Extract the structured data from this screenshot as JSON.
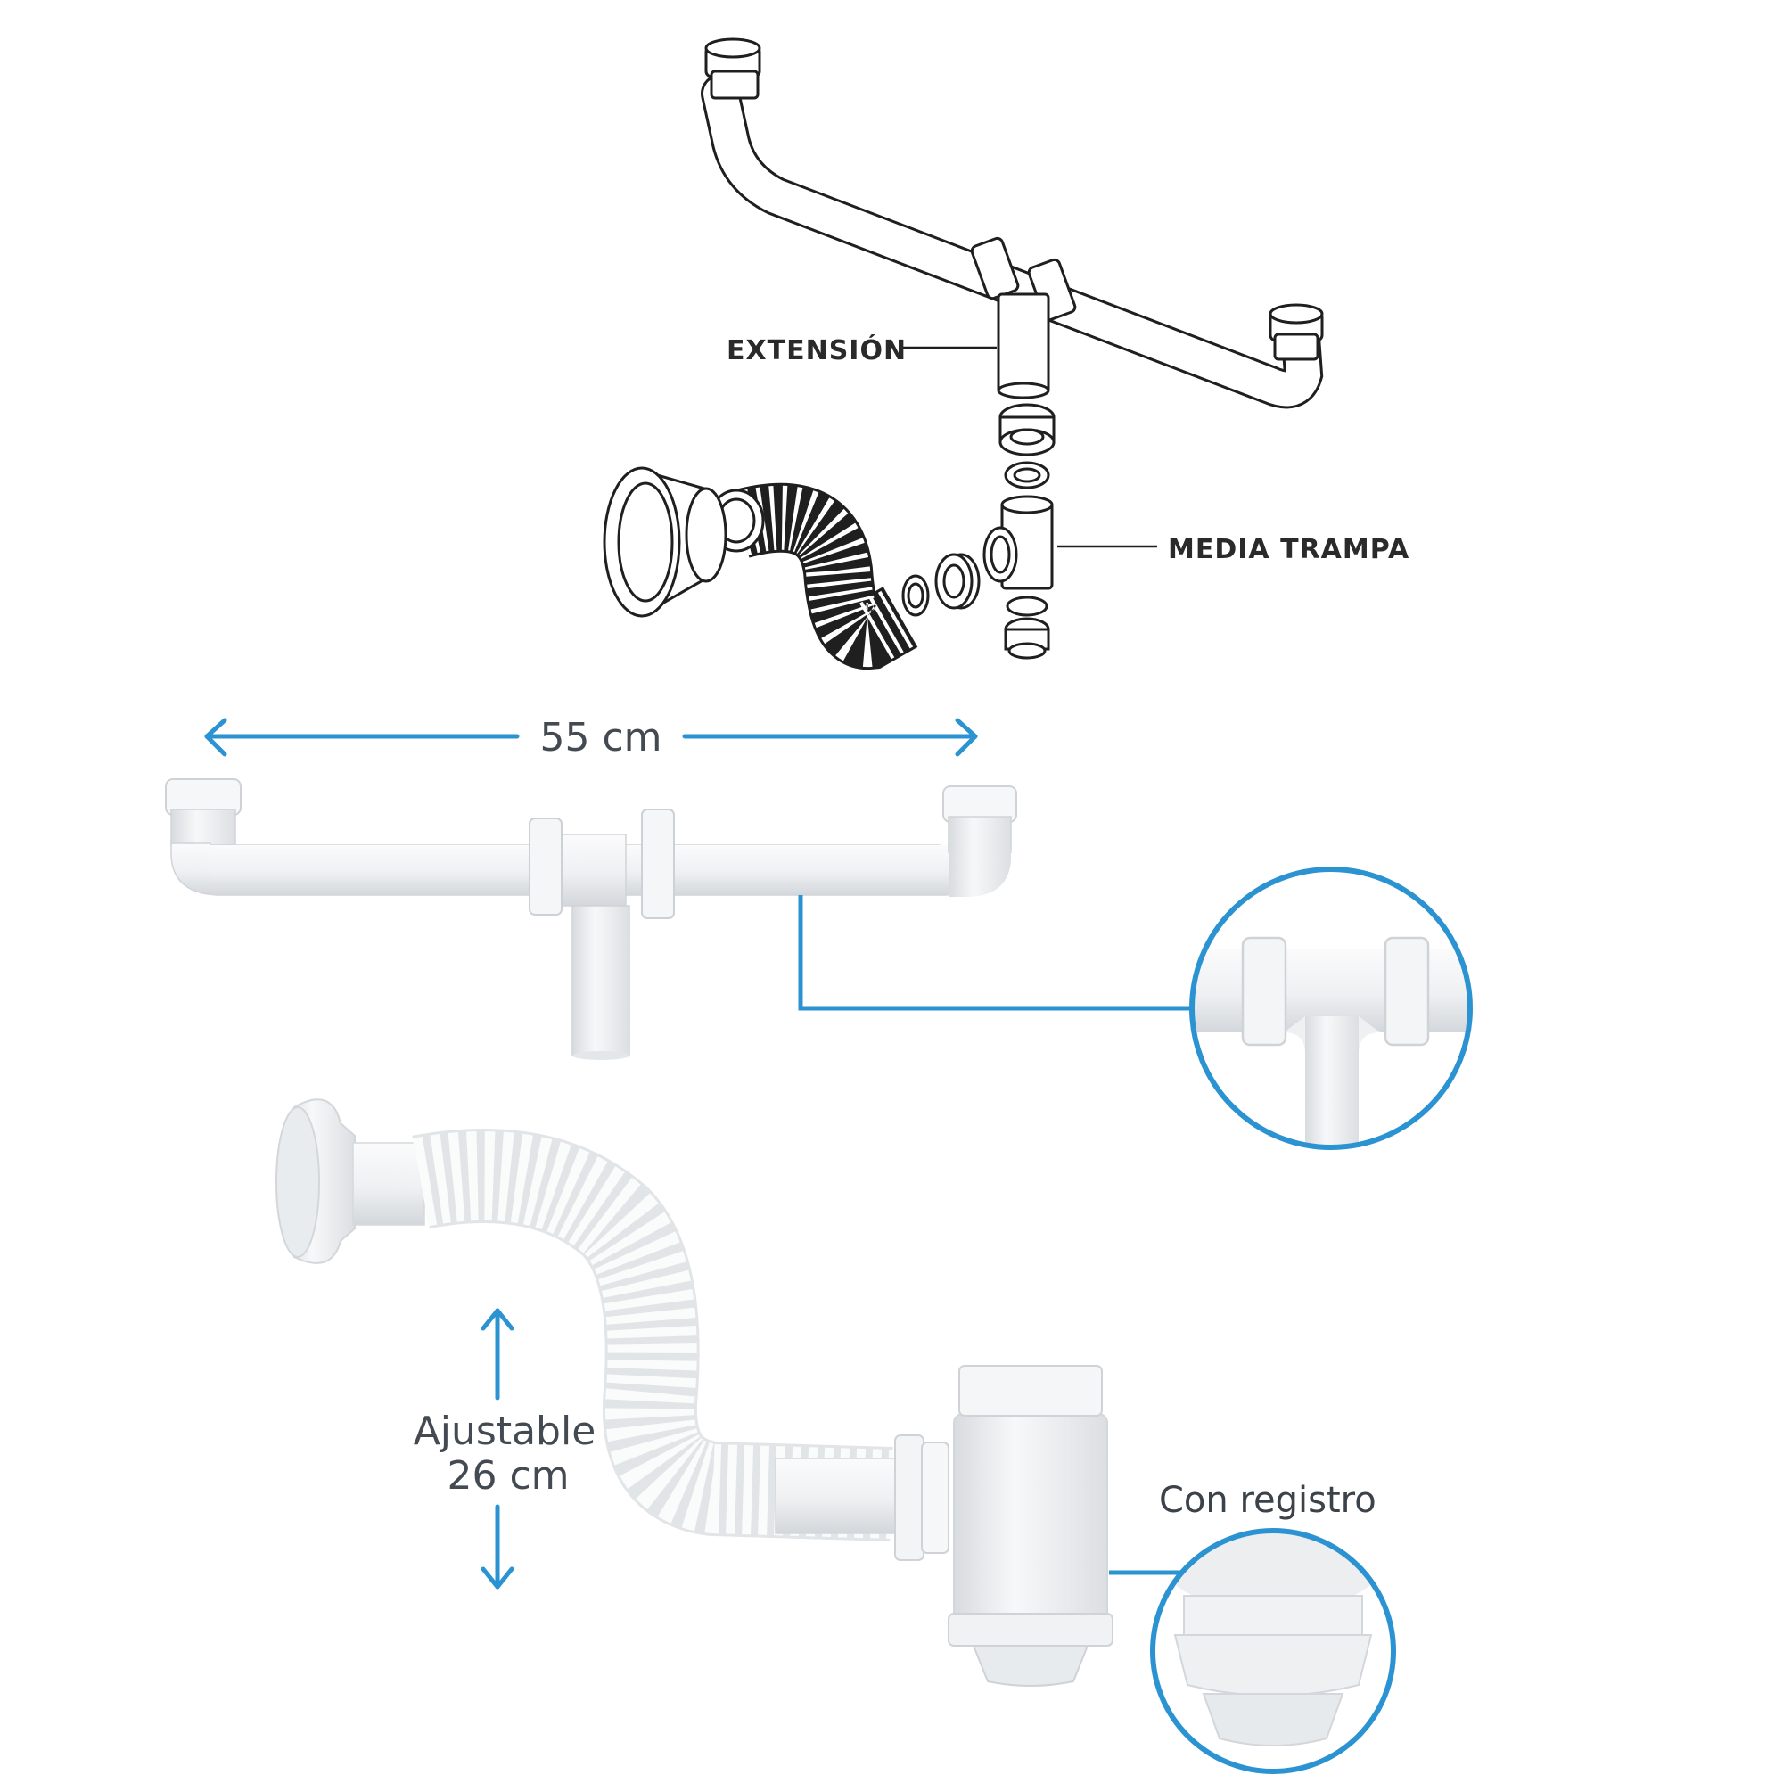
{
  "diagram": {
    "callouts": {
      "extension": "EXTENSIÓN",
      "half_trap": "MEDIA TRAMPA"
    },
    "dimensions": {
      "width": "55 cm",
      "adjustable_line1": "Ajustable",
      "adjustable_line2": "26 cm"
    },
    "notes": {
      "cleanout": "Con registro"
    }
  },
  "colors": {
    "accent_blue": "#2b93d1",
    "line_art": "#1f1f1f",
    "pipe_white": "#f3f4f5",
    "pipe_shadow": "#d7dadd",
    "text": "#444a52"
  }
}
